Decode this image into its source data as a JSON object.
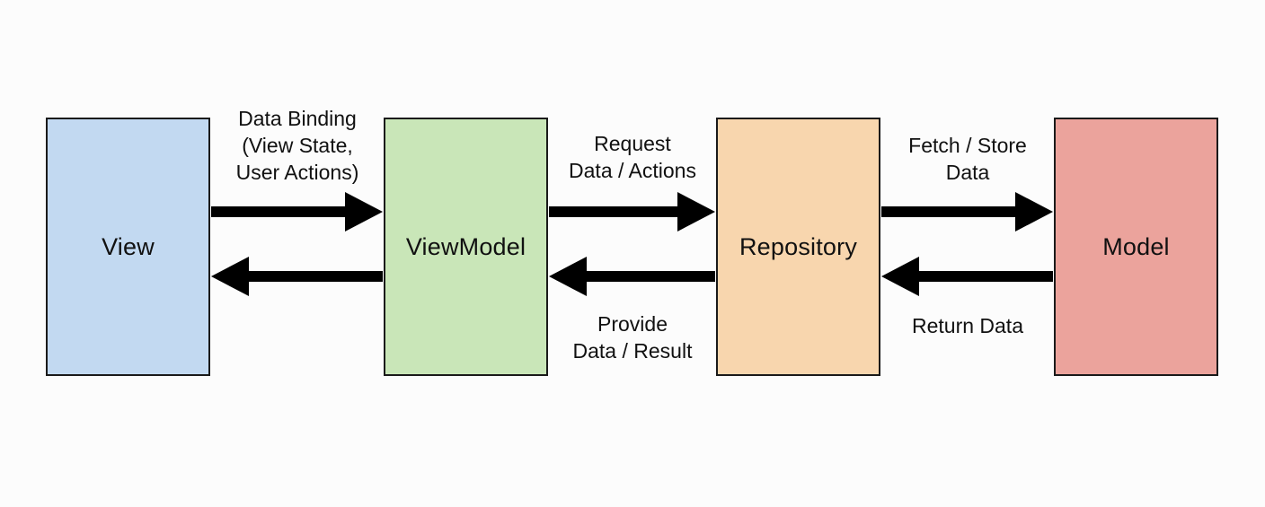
{
  "diagram": {
    "components": [
      {
        "id": "view",
        "label": "View",
        "color": "#c2d9f1"
      },
      {
        "id": "viewmodel",
        "label": "ViewModel",
        "color": "#c9e6b8"
      },
      {
        "id": "repository",
        "label": "Repository",
        "color": "#f8d6ae"
      },
      {
        "id": "model",
        "label": "Model",
        "color": "#eba39c"
      }
    ],
    "arrows": [
      {
        "from": "view",
        "to": "viewmodel",
        "label": "Data Binding\n(View State,\nUser Actions)"
      },
      {
        "from": "viewmodel",
        "to": "view",
        "label": ""
      },
      {
        "from": "viewmodel",
        "to": "repository",
        "label": "Request\nData / Actions"
      },
      {
        "from": "repository",
        "to": "viewmodel",
        "label": "Provide\nData / Result"
      },
      {
        "from": "repository",
        "to": "model",
        "label": "Fetch / Store\nData"
      },
      {
        "from": "model",
        "to": "repository",
        "label": "Return Data"
      }
    ],
    "arrow_color": "#000000"
  }
}
